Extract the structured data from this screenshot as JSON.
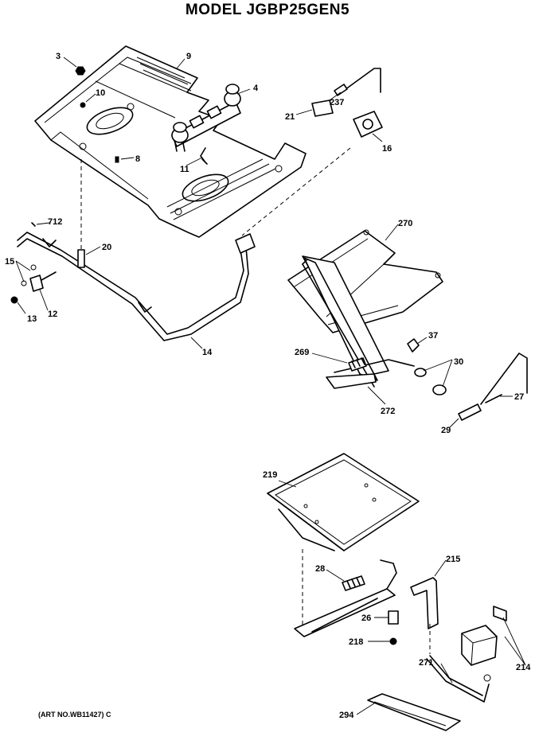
{
  "header": {
    "model": "MODEL JGBP25GEN5"
  },
  "footer": {
    "art_no": "(ART NO.WB11427) C"
  },
  "labels": {
    "p3": "3",
    "p9": "9",
    "p10": "10",
    "p4": "4",
    "p237": "237",
    "p21": "21",
    "p16": "16",
    "p8": "8",
    "p11": "11",
    "p712": "712",
    "p20": "20",
    "p15": "15",
    "p12": "12",
    "p13": "13",
    "p14": "14",
    "p270": "270",
    "p37": "37",
    "p269": "269",
    "p30": "30",
    "p27": "27",
    "p29": "29",
    "p272": "272",
    "p219": "219",
    "p215": "215",
    "p28": "28",
    "p26": "26",
    "p218": "218",
    "p214": "214",
    "p271": "271",
    "p294": "294"
  }
}
